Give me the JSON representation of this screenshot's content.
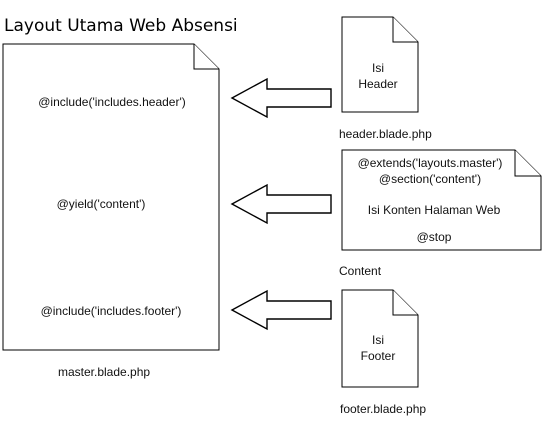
{
  "title": "Layout Utama Web Absensi",
  "master": {
    "include_header": "@include('includes.header')",
    "yield_content": "@yield('content')",
    "include_footer": "@include('includes.footer')",
    "caption": "master.blade.php"
  },
  "header_doc": {
    "line1": "Isi",
    "line2": "Header",
    "caption": "header.blade.php"
  },
  "content_doc": {
    "line1": "@extends('layouts.master')",
    "line2": "@section('content')",
    "line3": "Isi Konten Halaman Web",
    "line4": "@stop",
    "caption": "Content"
  },
  "footer_doc": {
    "line1": "Isi",
    "line2": "Footer",
    "caption": "footer.blade.php"
  }
}
